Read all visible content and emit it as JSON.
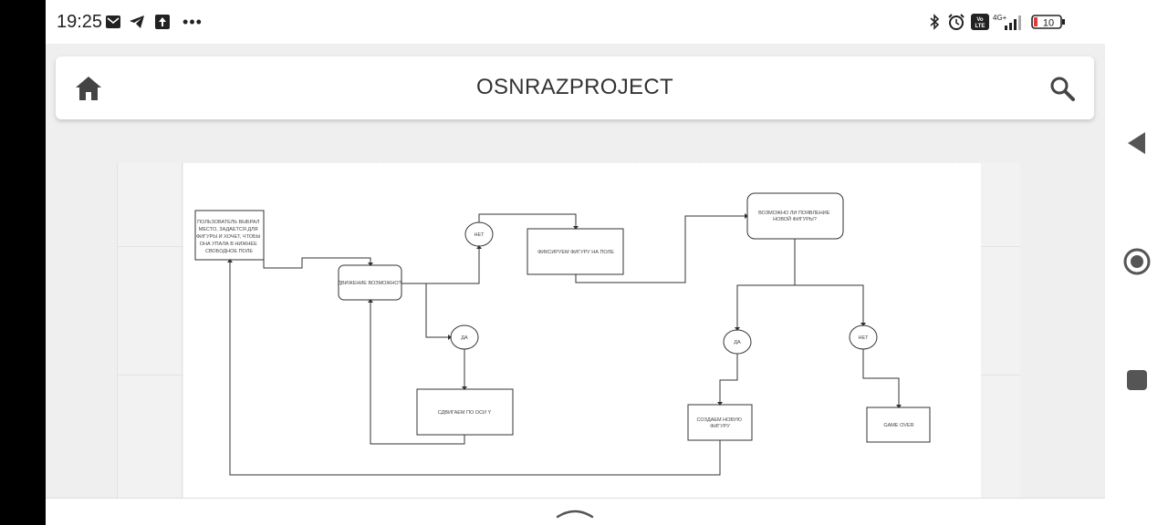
{
  "status_bar": {
    "time": "19:25",
    "left_icons": [
      "mail-icon",
      "telegram-icon",
      "upload-icon",
      "more-dots-icon"
    ],
    "right_icons": [
      "bluetooth-icon",
      "alarm-icon",
      "volte-icon",
      "signal-icon",
      "battery-icon"
    ],
    "network": "4G+",
    "battery_level": "10",
    "volte_label": "Vo LTE"
  },
  "app_bar": {
    "title": "OSNRAZPROJECT",
    "home_icon": "home-icon",
    "search_icon": "search-icon"
  },
  "diagram": {
    "nodes": {
      "start": [
        "ПОЛЬЗОВАТЕЛЬ ВЫБРАЛ",
        "МЕСТО, ЗАДАЕТСЯ ДЛЯ",
        "ФИГУРЫ И ХОЧЕТ, ЧТОБЫ",
        "ОНА УПАЛА В НИЖНЕЕ",
        "СВОБОДНОЕ ПОЛЕ"
      ],
      "decision_move": "ДВИЖЕНИЕ ВОЗМОЖНО?",
      "no_1": "НЕТ",
      "fix": "ФИКСИРУЕМ ФИГУРУ НА ПОЛЕ",
      "can_create": [
        "ВОЗМОЖНО ЛИ ПОЯВЛЕНИЕ",
        "НОВОЙ ФИГУРЫ?"
      ],
      "yes_1": "ДА",
      "shift": "СДВИГАЕМ ПО ОСИ Y",
      "yes_2": "ДА",
      "no_2": "НЕТ",
      "create_new": [
        "СОЗДАЕМ НОВУЮ",
        "ФИГУРУ"
      ],
      "game_over": "GAME OVER"
    }
  },
  "nav_bar": {
    "back_icon": "back-triangle-icon",
    "home_icon": "home-circle-icon",
    "recents_icon": "recents-square-icon"
  },
  "bottom_bar": {
    "handle_icon": "chevron-up-icon"
  }
}
